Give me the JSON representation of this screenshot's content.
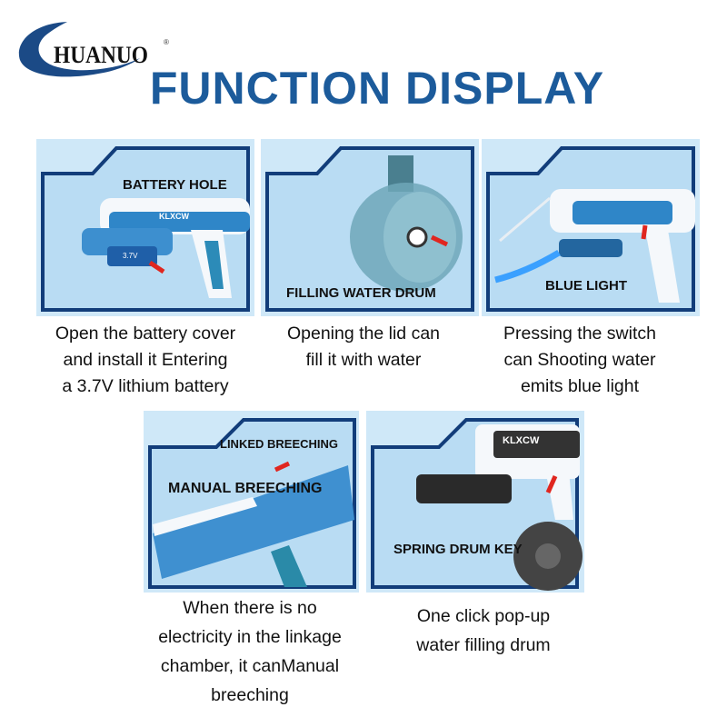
{
  "brand": {
    "name": "HUANUO",
    "registered": "®"
  },
  "title": "FUNCTION DISPLAY",
  "colors": {
    "title": "#1c5b9b",
    "frame": "#123d7a",
    "panel_bg": "#b9dcf3",
    "arrow": "#e0261f"
  },
  "panels": [
    {
      "label": "BATTERY HOLE",
      "gun_text": "KLXCW",
      "battery_text": "3.7V",
      "caption": [
        "Open the battery cover",
        "and install it Entering",
        "a 3.7V lithium battery"
      ]
    },
    {
      "label": "FILLING WATER DRUM",
      "caption": [
        "Opening the lid can",
        "fill it with water"
      ]
    },
    {
      "label": "BLUE LIGHT",
      "caption": [
        "Pressing the switch",
        "can Shooting water",
        "emits blue light"
      ]
    },
    {
      "label": "MANUAL BREECHING",
      "label2": "LINKED BREECHING",
      "caption": [
        "When there is no",
        "electricity in the linkage",
        "chamber, it canManual",
        "breeching"
      ]
    },
    {
      "label": "SPRING DRUM KEY",
      "gun_text": "KLXCW",
      "caption": [
        "One click pop-up",
        "water filling drum"
      ]
    }
  ]
}
